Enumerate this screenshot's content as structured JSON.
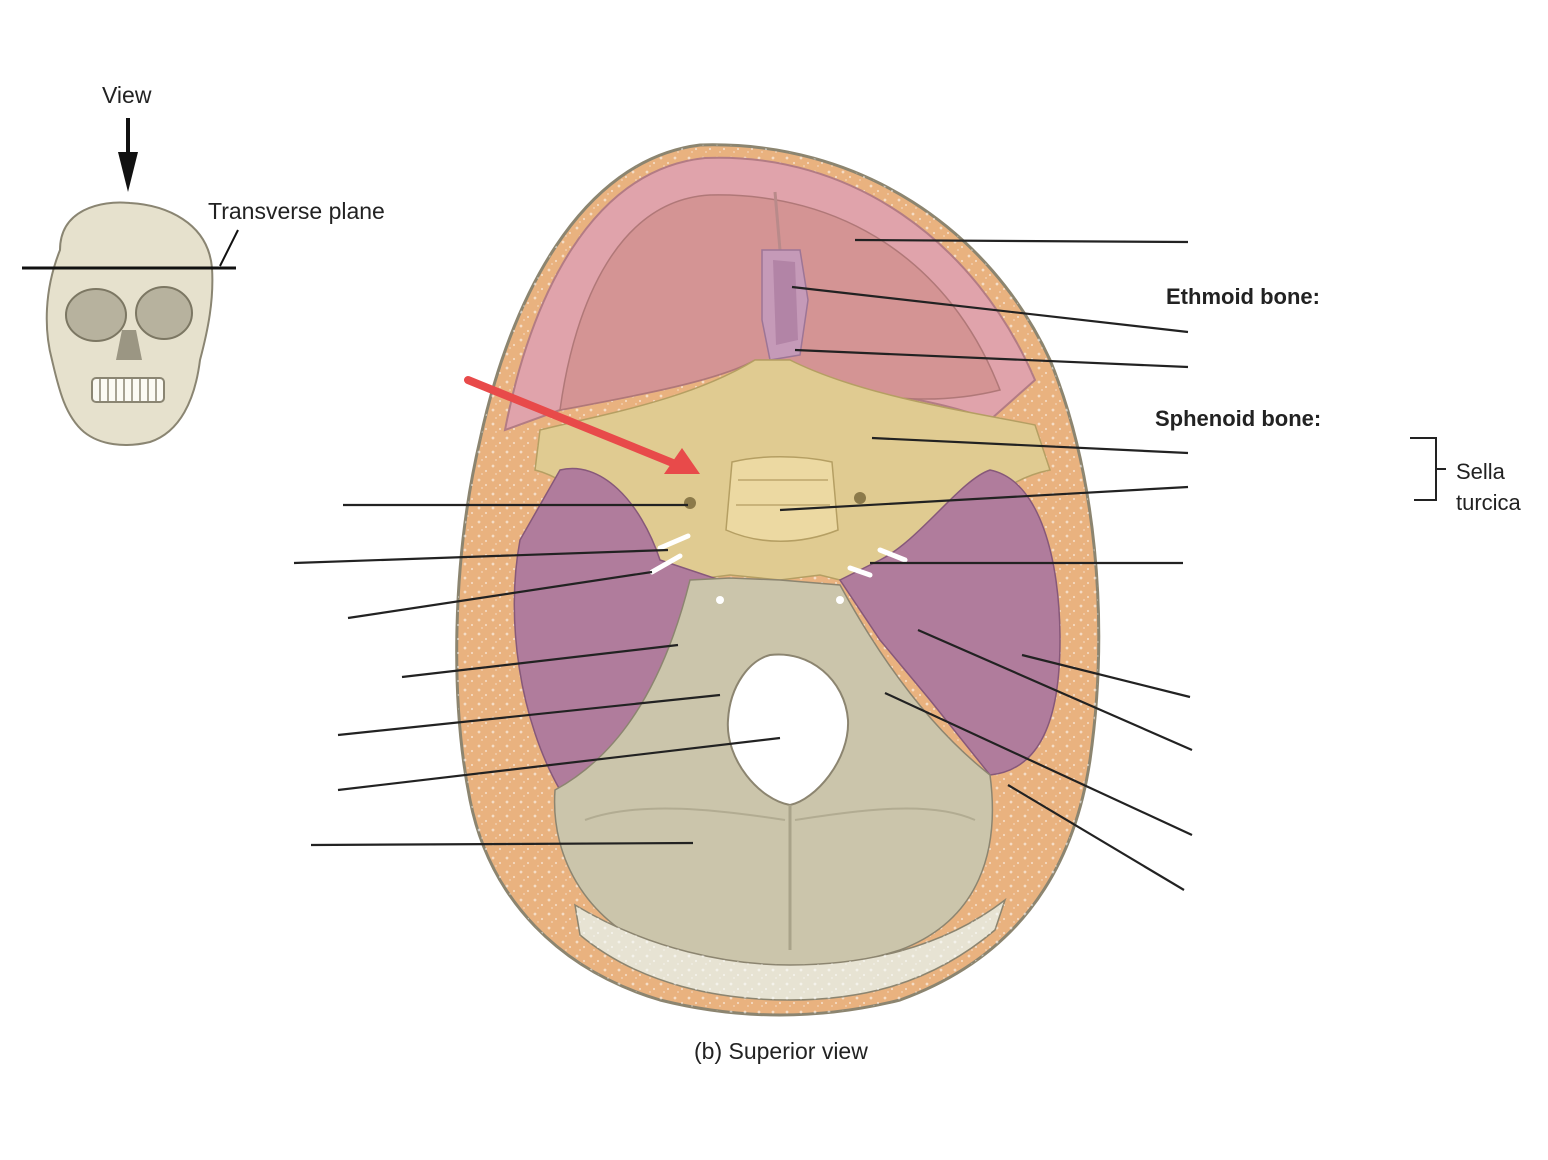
{
  "labels": {
    "view": "View",
    "transverse_plane": "Transverse plane",
    "ethmoid_bone": "Ethmoid bone:",
    "sphenoid_bone": "Sphenoid bone:",
    "sella_turcica_line1": "Sella",
    "sella_turcica_line2": "turcica",
    "caption": "(b) Superior view"
  },
  "colors": {
    "frontal": "#d49494",
    "frontal_edge": "#e0a3ab",
    "parietal_rim": "#e9b27f",
    "sphenoid": "#e0cb91",
    "ethmoid": "#c59ab8",
    "temporal": "#b07c9c",
    "occipital": "#cbc5ab",
    "outline": "#8c8570",
    "leader": "#222222",
    "pointer_arrow": "#e84a4a"
  }
}
